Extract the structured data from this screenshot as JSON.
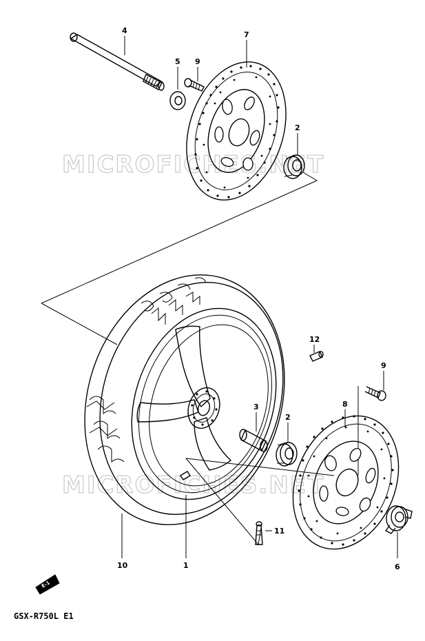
{
  "diagram": {
    "model_label": "GSX-R750L E1",
    "watermarks": [
      "MICROFICHES.NET",
      "MICROFICHES.NET"
    ],
    "badge_text": "E-1",
    "callouts": [
      {
        "id": "4",
        "part": "axle"
      },
      {
        "id": "5",
        "part": "washer"
      },
      {
        "id": "9",
        "part": "bolt"
      },
      {
        "id": "7",
        "part": "brake-disc"
      },
      {
        "id": "2",
        "part": "bearing"
      },
      {
        "id": "12",
        "part": "valve-cap"
      },
      {
        "id": "9",
        "part": "bolt"
      },
      {
        "id": "3",
        "part": "spacer"
      },
      {
        "id": "2",
        "part": "bearing"
      },
      {
        "id": "8",
        "part": "brake-disc"
      },
      {
        "id": "11",
        "part": "valve"
      },
      {
        "id": "10",
        "part": "tire"
      },
      {
        "id": "1",
        "part": "wheel"
      },
      {
        "id": "6",
        "part": "speedometer-gearbox"
      }
    ]
  }
}
